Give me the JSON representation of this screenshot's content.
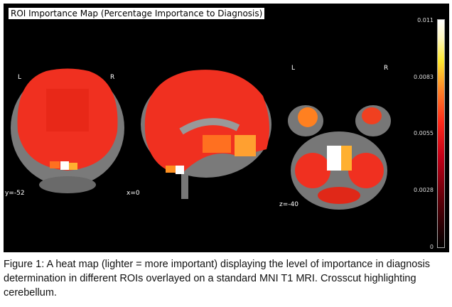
{
  "figure": {
    "title": "ROI Importance Map (Percentage Importance to Diagnosis)",
    "views": [
      {
        "name": "coronal",
        "coord": "y=-52",
        "left": "L",
        "right": "R"
      },
      {
        "name": "sagittal",
        "coord": "x=0"
      },
      {
        "name": "axial",
        "coord": "z=-40",
        "left": "L",
        "right": "R"
      }
    ],
    "colorbar": {
      "ticks": [
        "0.011",
        "0.0083",
        "0.0055",
        "0.0028",
        "0"
      ],
      "min": 0,
      "max": 0.011,
      "colormap": "hot"
    },
    "caption": "Figure 1: A heat map (lighter = more important) displaying the level of importance in diagnosis determination in different ROIs overlayed on a standard MNI T1 MRI. Crosscut highlighting cerebellum."
  }
}
